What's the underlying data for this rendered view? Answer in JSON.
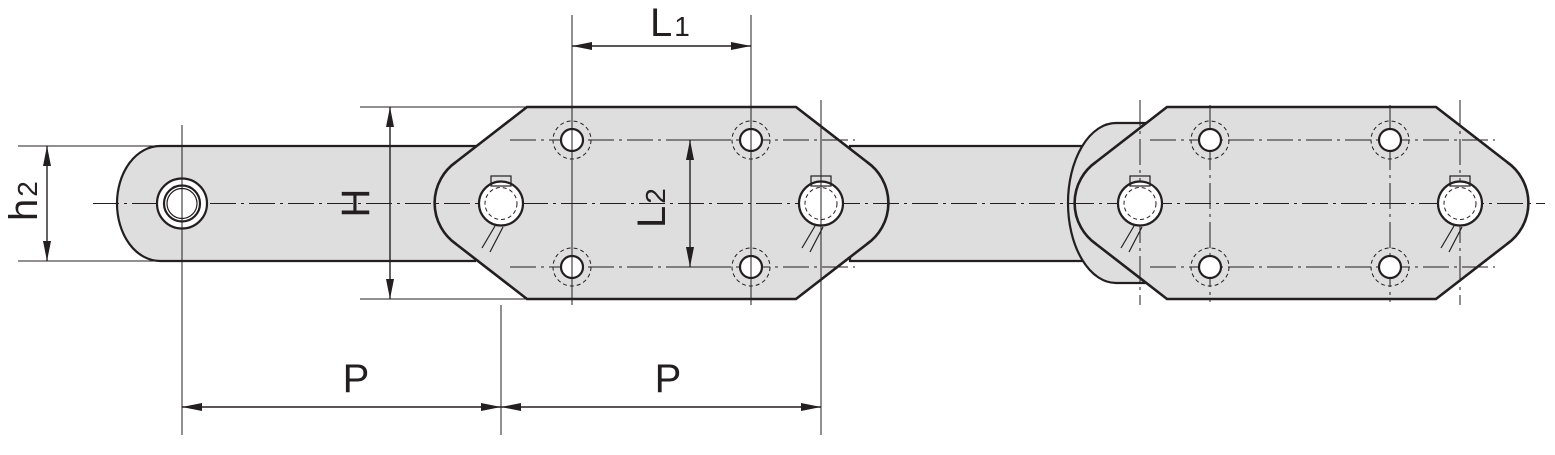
{
  "labels": {
    "pitch_left": "P",
    "pitch_right": "P",
    "l1_main": "L",
    "l1_sub": "1",
    "l2_main": "L",
    "l2_sub": "2",
    "height": "H",
    "h2_main": "h",
    "h2_sub": "2"
  },
  "colors": {
    "fill": "#dedede",
    "line": "#231f20"
  }
}
